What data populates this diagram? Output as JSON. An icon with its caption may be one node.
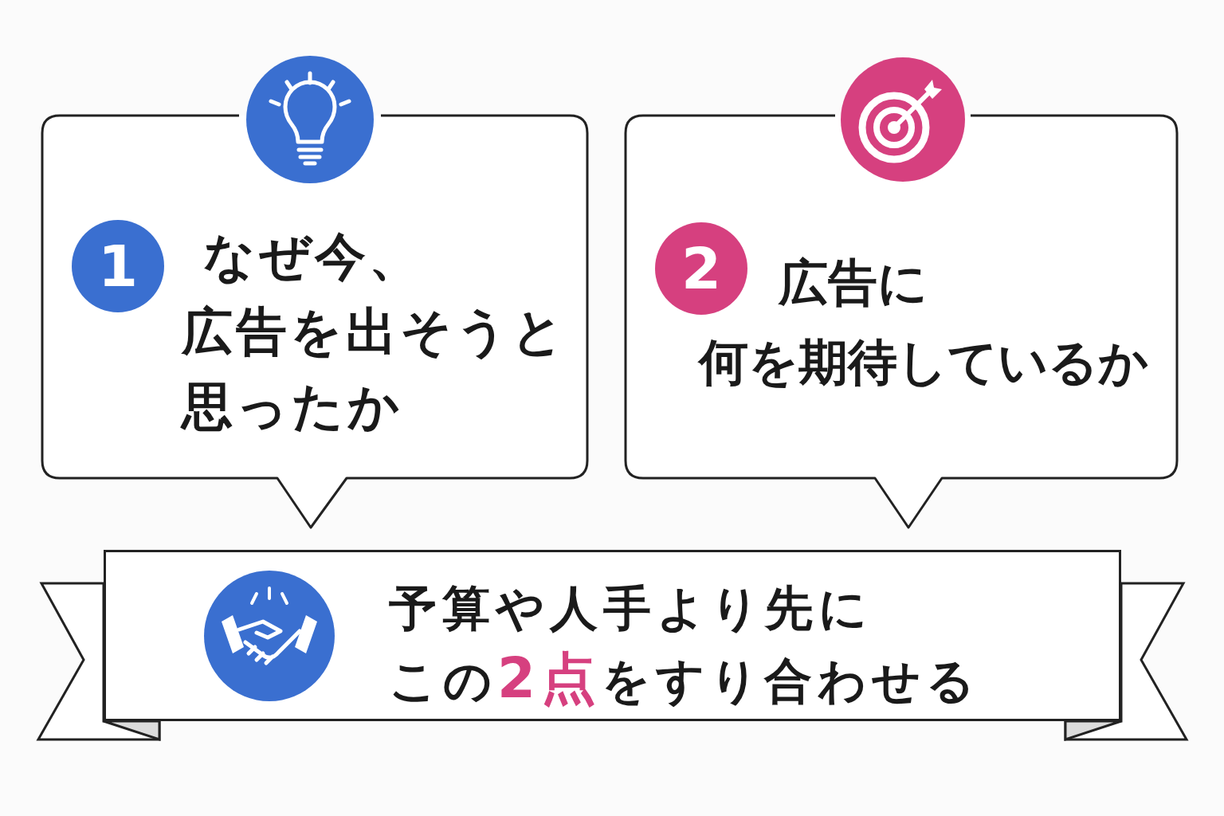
{
  "diagram": {
    "nodes": [
      {
        "text": [
          "なぜ今、広告を出そうと思ったか"
        ]
      },
      {
        "text": [
          "1"
        ],
        "in": 0
      },
      {
        "text": [
          "広告に何を期待しているか"
        ]
      },
      {
        "text": [
          "2"
        ],
        "in": 2
      },
      {
        "text": [
          "予算や人手より先にこの**2点**をすり合わせる"
        ]
      }
    ]
  }
}
